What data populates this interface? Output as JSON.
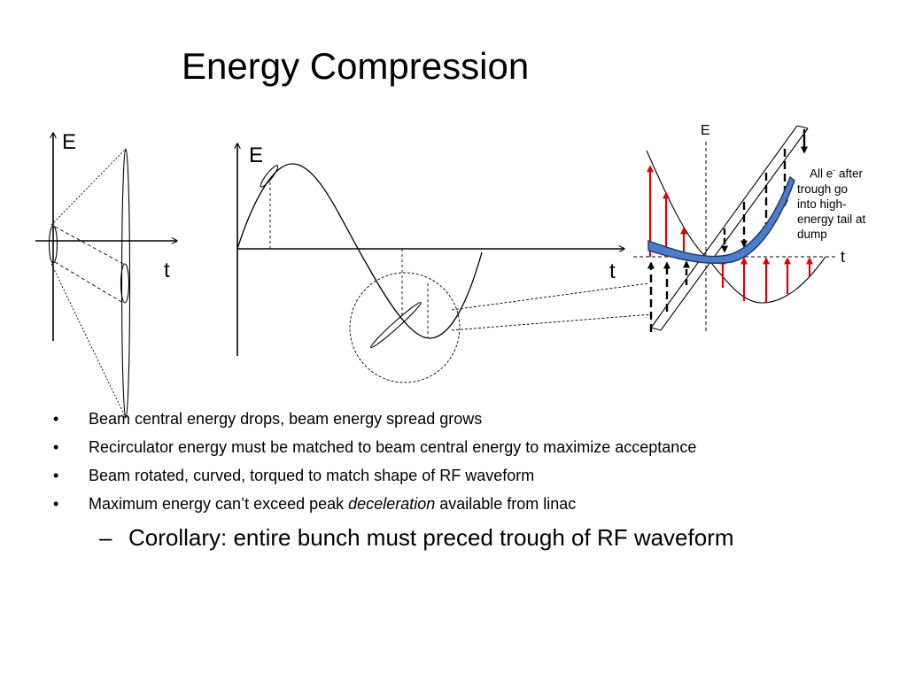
{
  "slide": {
    "title": "Energy Compression"
  },
  "diagram_left": {
    "e_label": "E",
    "t_label": "t"
  },
  "diagram_middle": {
    "e_label": "E",
    "t_label": "t"
  },
  "diagram_right": {
    "e_label": "E",
    "t_label": "t",
    "note_prefix": "All e",
    "note_superscript": "-",
    "note_suffix": "after",
    "note_lines": [
      "trough go",
      "into high-",
      "energy tail at",
      "dump"
    ],
    "colors": {
      "field_arrows": "#e00000",
      "beam_fill": "#4a7cc7",
      "beam_outline": "#1f3864"
    }
  },
  "bullets": [
    {
      "bullet": "•",
      "text": "Beam central energy drops, beam energy spread grows"
    },
    {
      "bullet": "•",
      "text": "Recirculator energy must be matched to beam central energy to maximize acceptance"
    },
    {
      "bullet": "•",
      "text": "Beam rotated, curved, torqued to match shape of RF waveform"
    },
    {
      "bullet": "•",
      "before": "Maximum energy can’t exceed peak ",
      "emphasis": "deceleration",
      "after": " available from linac"
    }
  ],
  "sub_bullet": {
    "dash": "–",
    "text": "Corollary: entire bunch must preced trough of RF waveform"
  }
}
